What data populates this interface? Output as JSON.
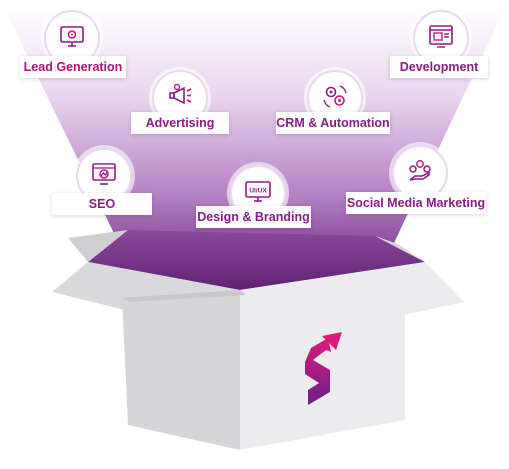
{
  "colors": {
    "brand_purple": "#7a2a7e",
    "label_purple": "#8a1d86",
    "label_magenta": "#b0127a",
    "logo_magenta": "#d4147e"
  },
  "services": [
    {
      "label": "Lead Generation",
      "icon": "monitor-gear-icon"
    },
    {
      "label": "Development",
      "icon": "browser-code-icon"
    },
    {
      "label": "Advertising",
      "icon": "megaphone-gear-icon"
    },
    {
      "label": "CRM & Automation",
      "icon": "gears-cycle-icon"
    },
    {
      "label": "SEO",
      "icon": "monitor-chart-icon"
    },
    {
      "label": "Design & Branding",
      "icon": "monitor-uiux-icon"
    },
    {
      "label": "Social Media Marketing",
      "icon": "hand-social-icon"
    }
  ],
  "uiux_text": "UI/UX",
  "logo": {
    "name": "s-arrow-logo"
  }
}
